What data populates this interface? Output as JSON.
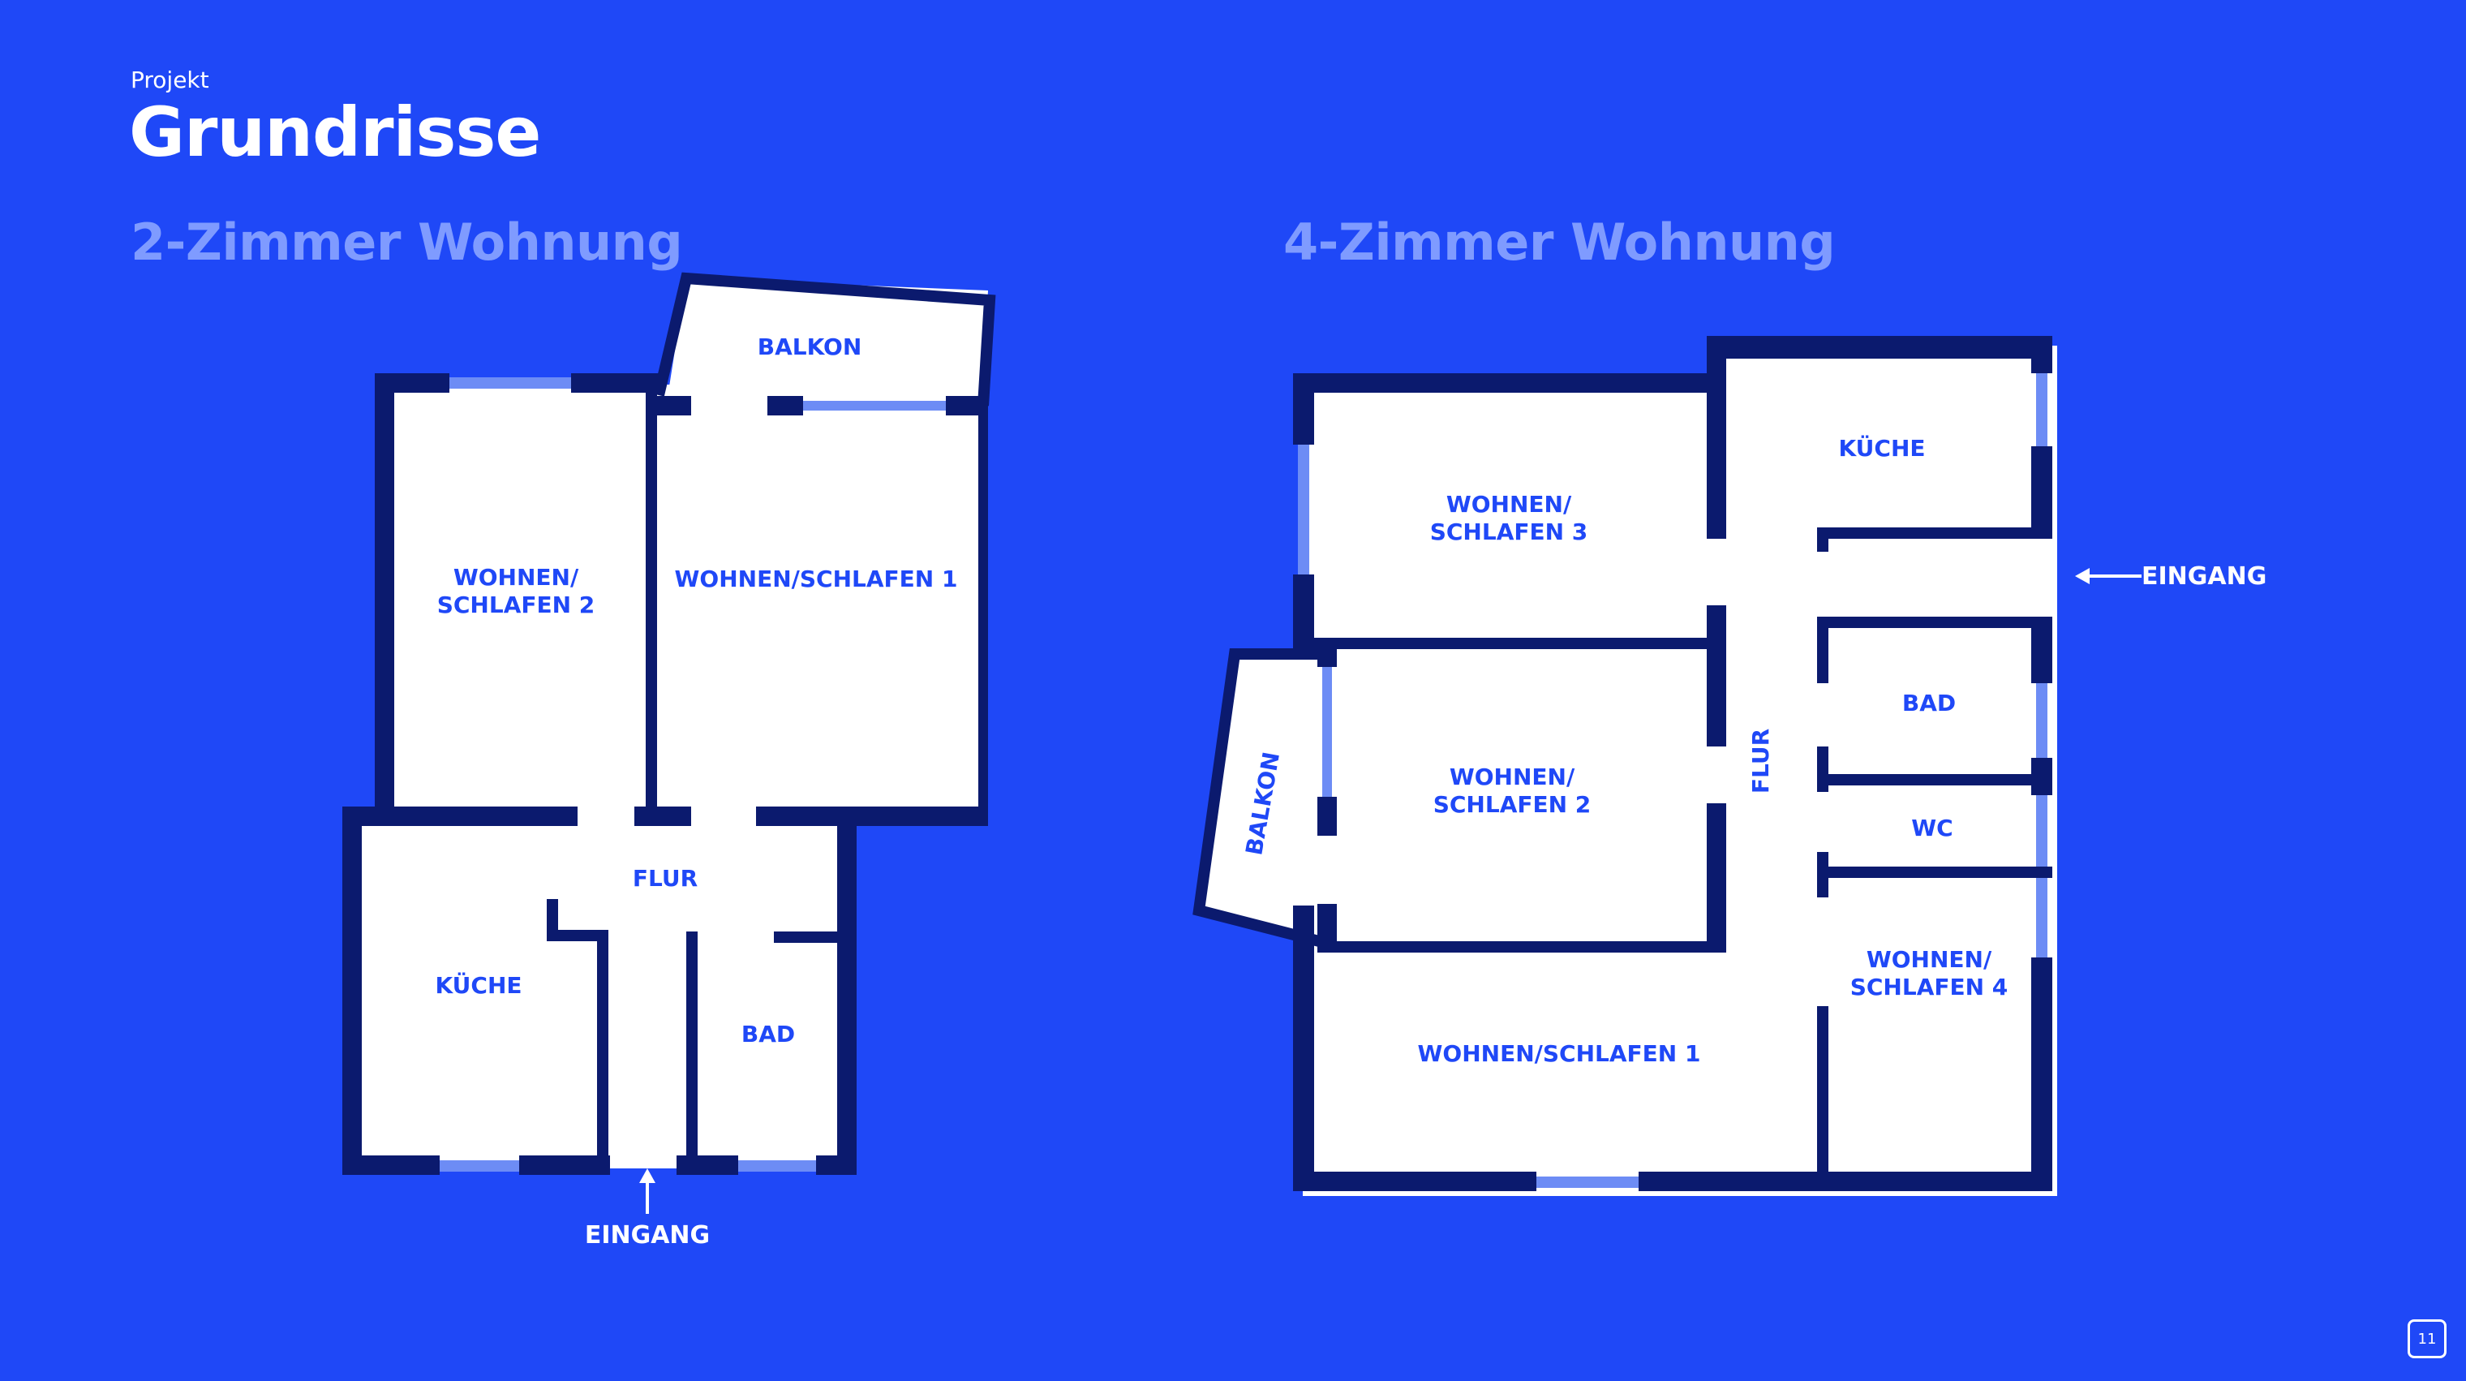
{
  "header": {
    "kicker": "Projekt",
    "title": "Grundrisse"
  },
  "plans": {
    "two_room": {
      "title": "2-Zimmer Wohnung",
      "rooms": {
        "balkon": "BALKON",
        "wohnen_schlafen_2_line1": "WOHNEN/",
        "wohnen_schlafen_2_line2": "SCHLAFEN 2",
        "wohnen_schlafen_1": "WOHNEN/SCHLAFEN 1",
        "flur": "FLUR",
        "kueche": "KÜCHE",
        "bad": "BAD"
      },
      "entrance": "EINGANG"
    },
    "four_room": {
      "title": "4-Zimmer Wohnung",
      "rooms": {
        "kueche": "KÜCHE",
        "wohnen_schlafen_3_line1": "WOHNEN/",
        "wohnen_schlafen_3_line2": "SCHLAFEN 3",
        "wohnen_schlafen_2_line1": "WOHNEN/",
        "wohnen_schlafen_2_line2": "SCHLAFEN 2",
        "balkon": "BALKON",
        "flur": "FLUR",
        "bad": "BAD",
        "wc": "WC",
        "wohnen_schlafen_4_line1": "WOHNEN/",
        "wohnen_schlafen_4_line2": "SCHLAFEN 4",
        "wohnen_schlafen_1": "WOHNEN/SCHLAFEN 1"
      },
      "entrance": "EINGANG"
    }
  },
  "page_number": "11",
  "colors": {
    "background": "#1f48f7",
    "wall": "#0b1a6e",
    "window": "#6d8cf5",
    "floor": "#ffffff",
    "subtitle": "#7f9bff"
  }
}
